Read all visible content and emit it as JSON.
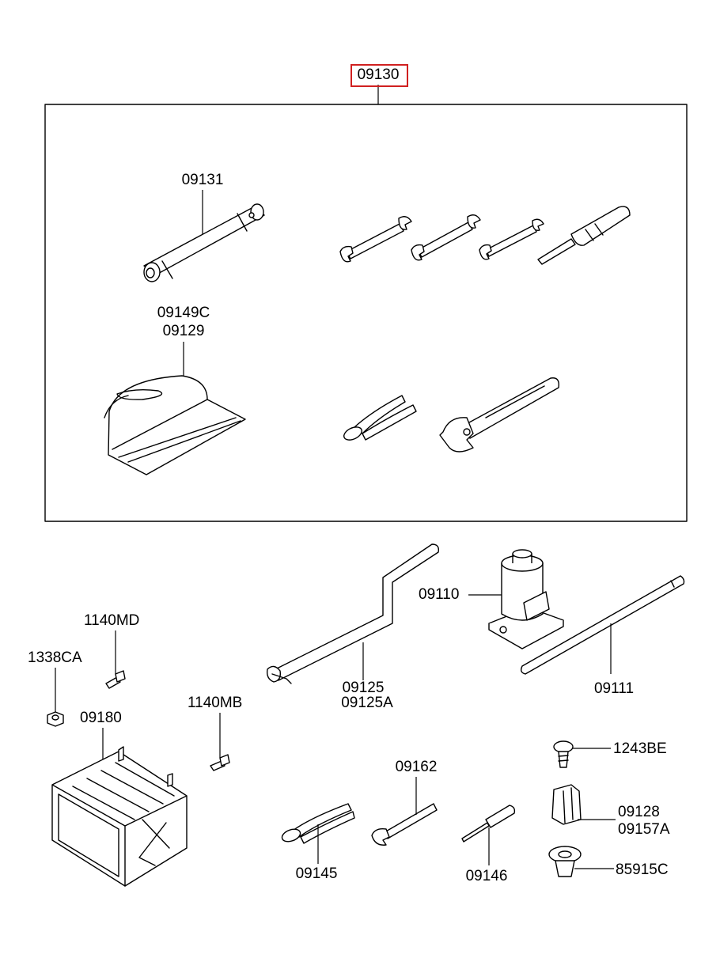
{
  "highlighted_part": "09130",
  "labels": {
    "l09130": "09130",
    "l09131": "09131",
    "l09149c": "09149C",
    "l09129": "09129",
    "l09110": "09110",
    "l09125": "09125",
    "l09125a": "09125A",
    "l09111": "09111",
    "l1140md": "1140MD",
    "l1338ca": "1338CA",
    "l09180": "09180",
    "l1140mb": "1140MB",
    "l1243be": "1243BE",
    "l09162": "09162",
    "l09128": "09128",
    "l09157a": "09157A",
    "l09145": "09145",
    "l09146": "09146",
    "l85915c": "85915C"
  },
  "colors": {
    "highlight": "#d02020",
    "ink": "#000000",
    "background": "#ffffff"
  }
}
